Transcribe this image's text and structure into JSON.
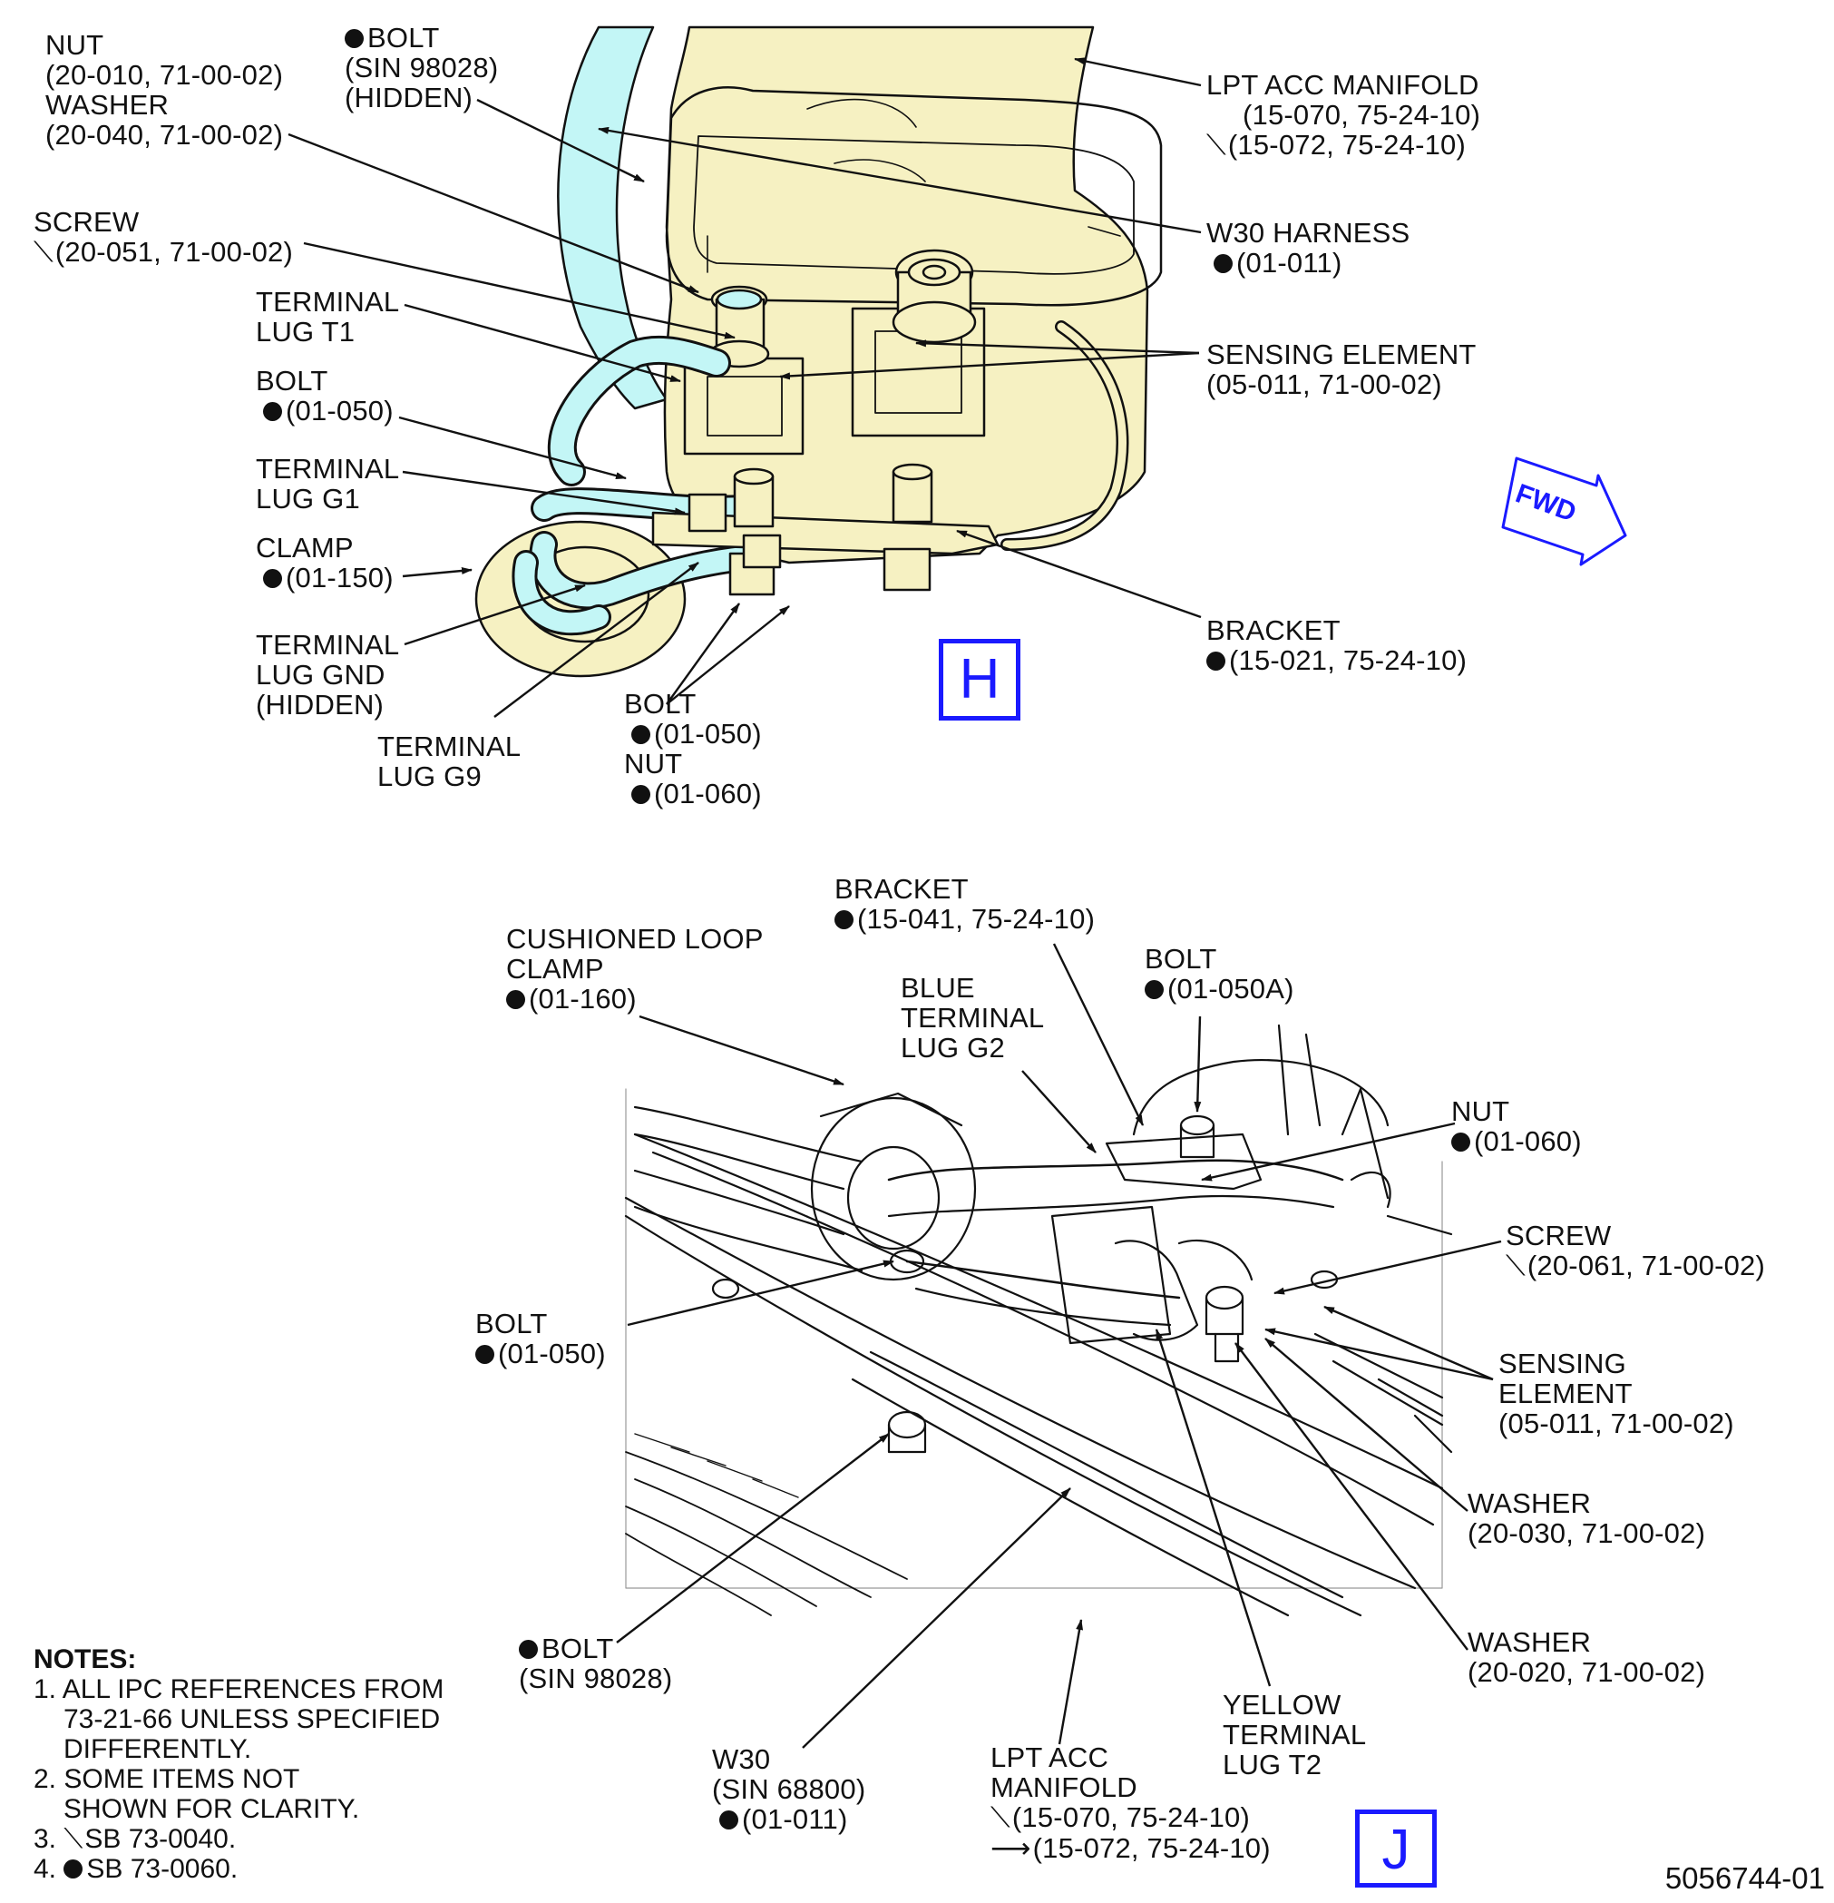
{
  "colors": {
    "yellow_part": "#f6f1c2",
    "cyan_harness": "#c3f6f6",
    "view_blue": "#1a1aff",
    "line": "#111111"
  },
  "icons": {
    "fwd_arrow": "fwd-arrow-icon",
    "dot_marker": "dot-icon",
    "tick_marker": "tick-icon"
  },
  "view_h": {
    "letter": "H",
    "labels": {
      "nut_washer": [
        "NUT",
        "(20-010, 71-00-02)",
        "WASHER",
        "(20-040, 71-00-02)"
      ],
      "bolt_sin": [
        "BOLT",
        "(SIN 98028)",
        "(HIDDEN)"
      ],
      "lpt_acc_manifold": [
        "LPT ACC MANIFOLD",
        "(15-070, 75-24-10)",
        "(15-072, 75-24-10)"
      ],
      "screw": [
        "SCREW",
        "(20-051, 71-00-02)"
      ],
      "w30_harness": [
        "W30 HARNESS",
        "(01-011)"
      ],
      "terminal_lug_t1": [
        "TERMINAL",
        "LUG T1"
      ],
      "sensing_element": [
        "SENSING ELEMENT",
        "(05-011, 71-00-02)"
      ],
      "bolt": [
        "BOLT",
        "(01-050)"
      ],
      "terminal_lug_g1": [
        "TERMINAL",
        "LUG G1"
      ],
      "clamp": [
        "CLAMP",
        "(01-150)"
      ],
      "terminal_lug_gnd": [
        "TERMINAL",
        "LUG GND",
        "(HIDDEN)"
      ],
      "bracket": [
        "BRACKET",
        "(15-021, 75-24-10)"
      ],
      "terminal_lug_g9": [
        "TERMINAL",
        "LUG G9"
      ],
      "bolt_nut": [
        "BOLT",
        "(01-050)",
        "NUT",
        "(01-060)"
      ],
      "fwd": "FWD"
    }
  },
  "view_j": {
    "letter": "J",
    "labels": {
      "bracket": [
        "BRACKET",
        "(15-041, 75-24-10)"
      ],
      "cushioned_clamp": [
        "CUSHIONED LOOP",
        "CLAMP",
        "(01-160)"
      ],
      "bolt_a": [
        "BOLT",
        "(01-050A)"
      ],
      "blue_lug": [
        "BLUE",
        "TERMINAL",
        "LUG G2"
      ],
      "nut": [
        "NUT",
        "(01-060)"
      ],
      "screw": [
        "SCREW",
        "(20-061, 71-00-02)"
      ],
      "bolt": [
        "BOLT",
        "(01-050)"
      ],
      "sensing_element": [
        "SENSING",
        "ELEMENT",
        "(05-011, 71-00-02)"
      ],
      "washer_030": [
        "WASHER",
        "(20-030, 71-00-02)"
      ],
      "washer_020": [
        "WASHER",
        "(20-020, 71-00-02)"
      ],
      "bolt_sin": [
        "BOLT",
        "(SIN 98028)"
      ],
      "yellow_lug": [
        "YELLOW",
        "TERMINAL",
        "LUG T2"
      ],
      "w30": [
        "W30",
        "(SIN 68800)",
        "(01-011)"
      ],
      "lpt_acc_manifold": [
        "LPT ACC",
        "MANIFOLD",
        "(15-070, 75-24-10)",
        "(15-072, 75-24-10)"
      ]
    }
  },
  "notes": {
    "title": "NOTES:",
    "items": [
      [
        "1. ALL IPC REFERENCES FROM",
        "73-21-66 UNLESS SPECIFIED",
        "DIFFERENTLY."
      ],
      [
        "2. SOME ITEMS NOT",
        "SHOWN FOR CLARITY."
      ],
      [
        "3.",
        "SB 73-0040."
      ],
      [
        "4.",
        "SB 73-0060."
      ]
    ]
  },
  "doc_number": "5056744-01"
}
